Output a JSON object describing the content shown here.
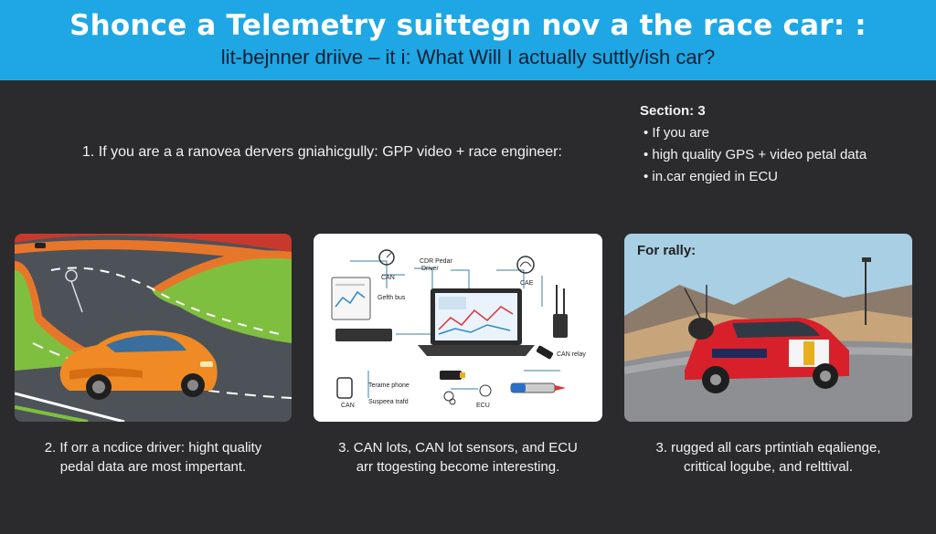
{
  "header": {
    "title": "Shonce a Telemetry suittegn nov a the race car: :",
    "subtitle": "lit-bejnner driive – it i: What Will I actually suttly/ish car?"
  },
  "section3": {
    "heading": "Section: 3",
    "bullets": [
      "•   If you are",
      "• high quality GPS + video petal data",
      "• in.car engied in ECU"
    ]
  },
  "intro_line": "1.  If you are a a ranovea dervers gniahicgully: GPP video + race engineer:",
  "panels": {
    "diagram_labels": {
      "can": "CAN",
      "cdr_pedal": "CDR Pedar",
      "driver": "Driver",
      "getti_bus": "Gefth bus",
      "cae": "CAE",
      "can_relay": "CAN relay",
      "terame_phone": "Terame phone",
      "can2": "CAN",
      "suspend_trafd": "Suspeea trafd",
      "ecu": "ECU"
    },
    "rally_title": "For rally:"
  },
  "captions": {
    "c1_line1": "2.  If orr a ncdice driver: hight quality",
    "c1_line2": "pedal data are most impertant.",
    "c2_line1": "3.  CAN lots, CAN lot sensors, and ECU",
    "c2_line2": "arr ttogesting become interesting.",
    "c3_line1": "3.  rugged all cars prtintiah eqalienge,",
    "c3_line2": "crittical logube, and relttival."
  },
  "colors": {
    "header_bg": "#1ea7e4",
    "page_bg": "#2b2b2d",
    "car_orange": "#f08a24",
    "rally_red": "#d8202a"
  }
}
